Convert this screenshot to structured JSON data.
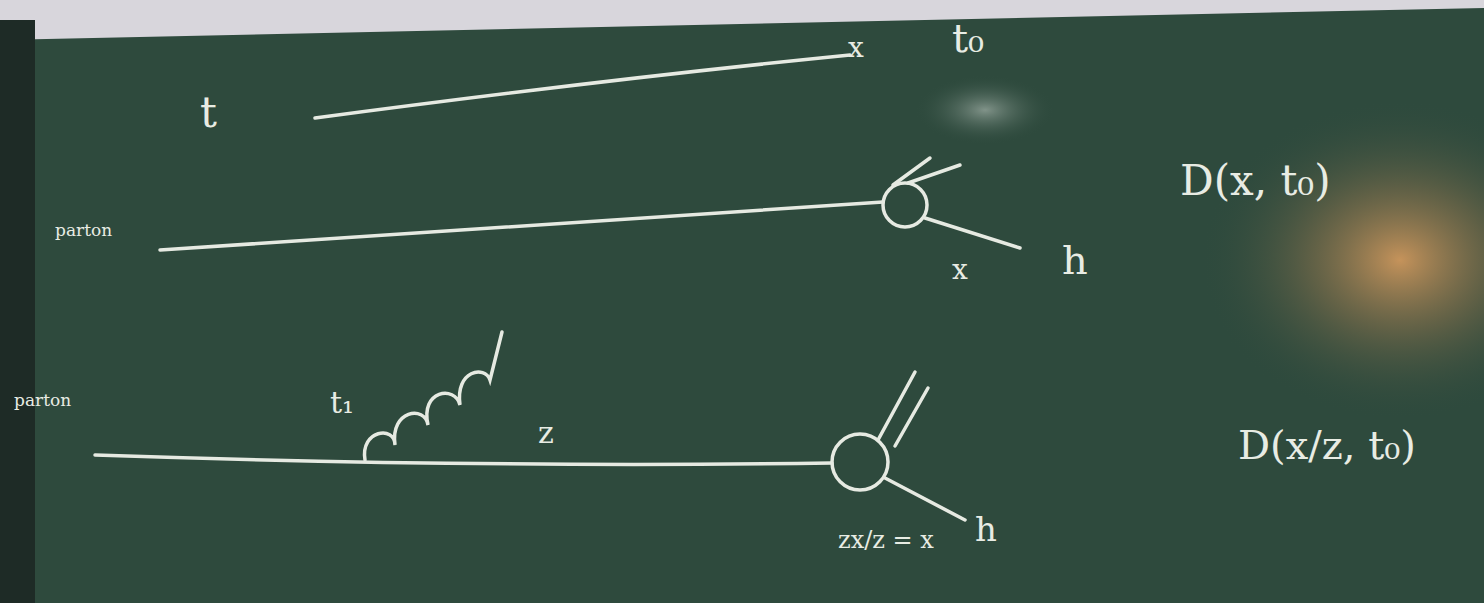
{
  "diagram": {
    "labels": [
      "t",
      "x",
      "t₀",
      "parton",
      "x",
      "h",
      "D(x, t₀)",
      "parton",
      "t₁",
      "z",
      "zx/z = x",
      "h",
      "D(x/z, t₀)"
    ]
  }
}
